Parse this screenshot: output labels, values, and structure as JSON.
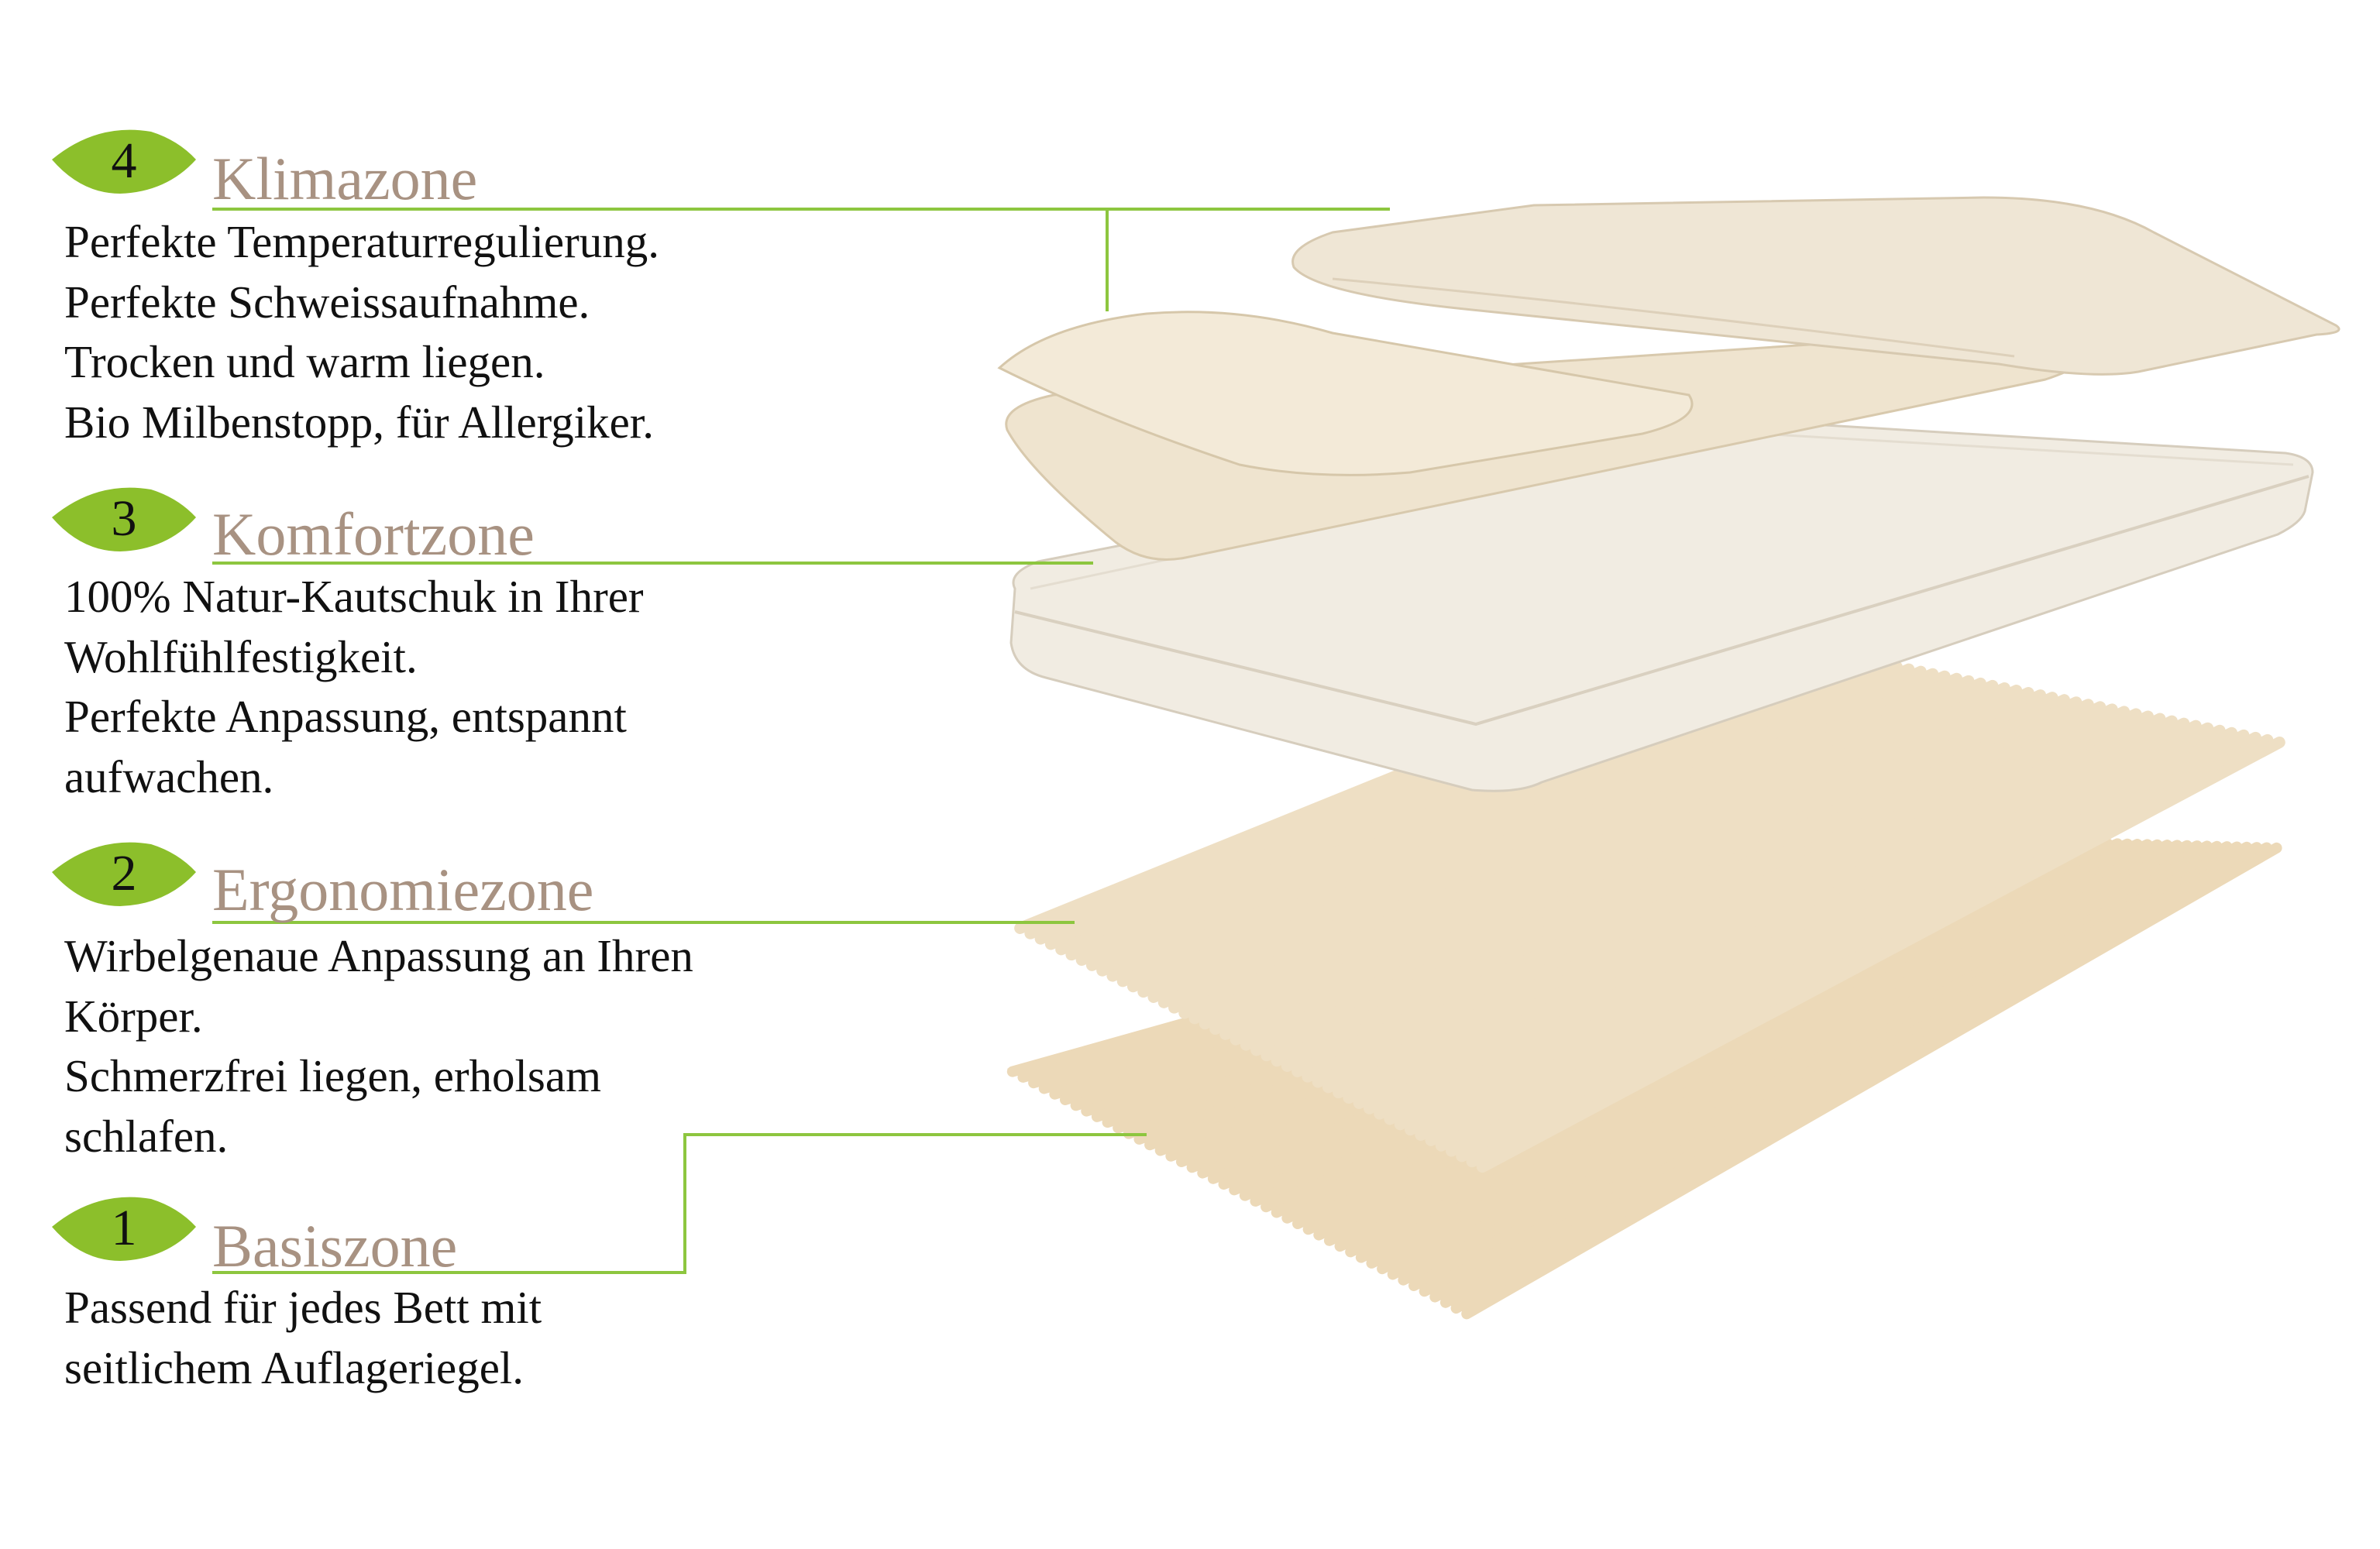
{
  "accent_color": "#8dc63f",
  "title_color": "#a89282",
  "zones": [
    {
      "number": "4",
      "title": "Klimazone",
      "lines": [
        "Perfekte Temperaturregulierung.",
        "Perfekte Schweissaufnahme.",
        "Trocken und warm liegen.",
        "Bio Milbenstopp, für Allergiker."
      ]
    },
    {
      "number": "3",
      "title": "Komfortzone",
      "lines": [
        "100% Natur-Kautschuk in Ihrer",
        "Wohlfühlfestigkeit.",
        "Perfekte Anpassung, entspannt",
        "aufwachen."
      ]
    },
    {
      "number": "2",
      "title": "Ergonomiezone",
      "lines": [
        "Wirbelgenaue Anpassung an Ihren",
        "Körper.",
        "Schmerzfrei liegen, erholsam",
        "schlafen."
      ]
    },
    {
      "number": "1",
      "title": "Basiszone",
      "lines": [
        "Passend für jedes Bett mit",
        "seitlichem Auflageriegel."
      ]
    }
  ]
}
